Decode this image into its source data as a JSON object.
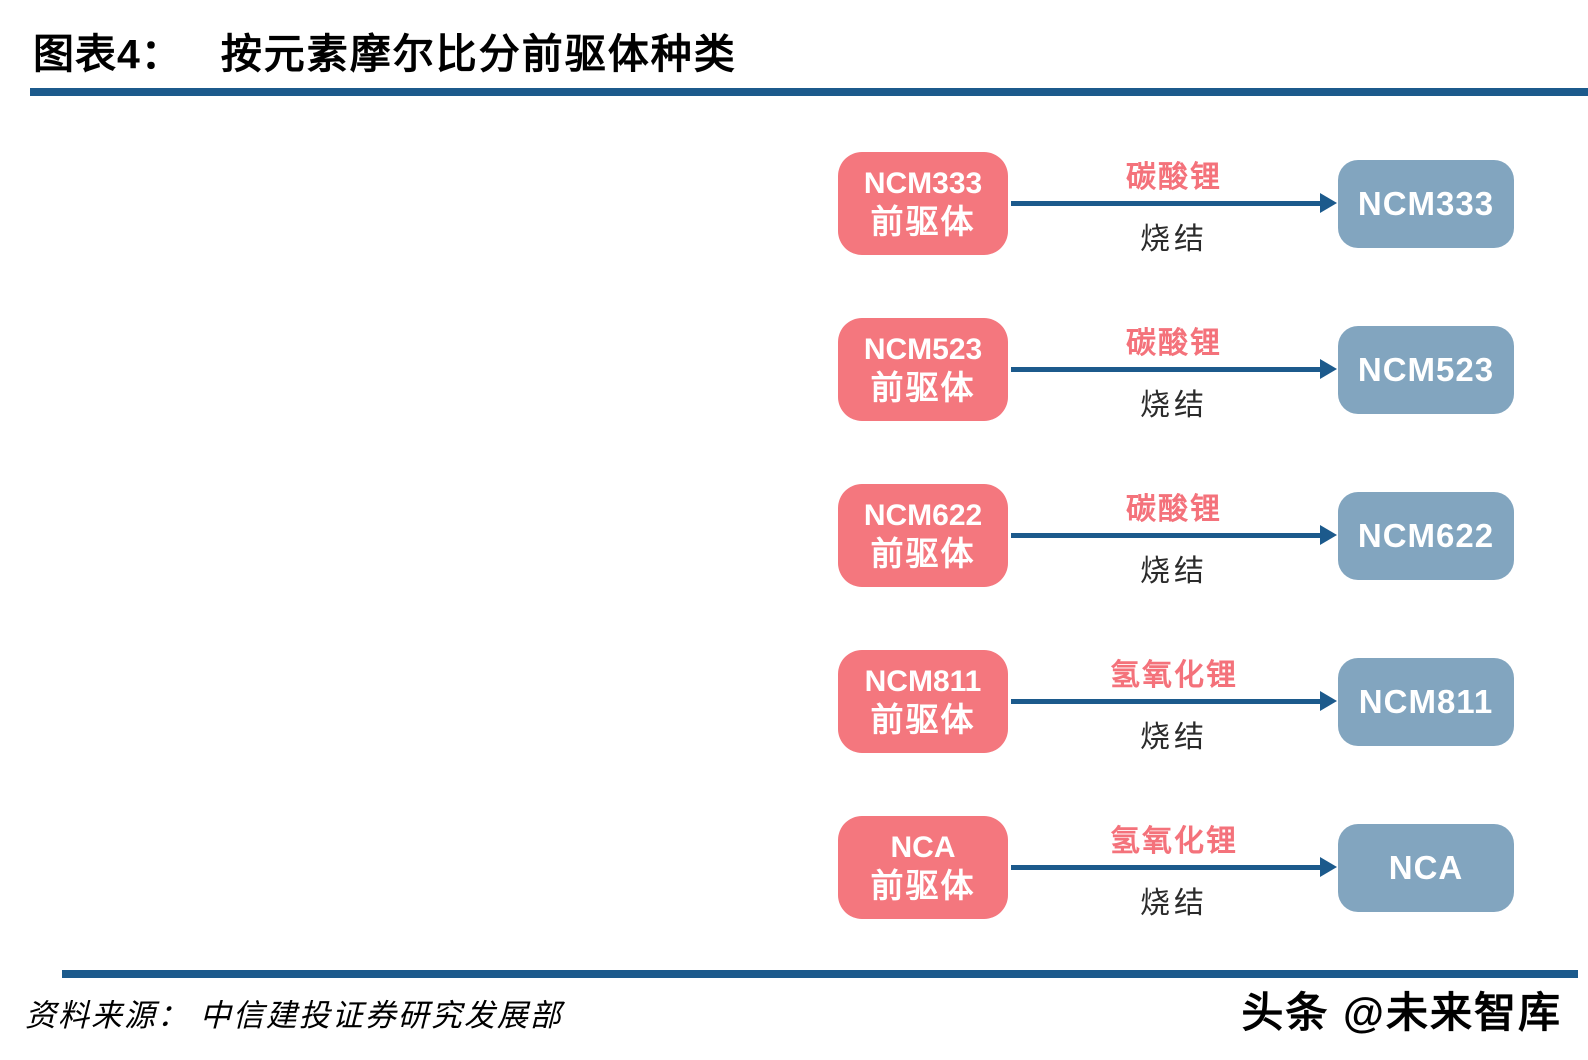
{
  "header": {
    "figure_label": "图表4：",
    "figure_title": "按元素摩尔比分前驱体种类"
  },
  "colors": {
    "accent_blue": "#1C5A8C",
    "precursor_pink": "#F4777E",
    "product_blue": "#82A5BF",
    "reagent_text_pink": "#F4727B",
    "process_text": "#2b2b2b"
  },
  "diagram": {
    "rows": [
      {
        "precursor_name": "NCM333",
        "precursor_suffix": "前驱体",
        "lithium_source": "碳酸锂",
        "process": "烧结",
        "product": "NCM333"
      },
      {
        "precursor_name": "NCM523",
        "precursor_suffix": "前驱体",
        "lithium_source": "碳酸锂",
        "process": "烧结",
        "product": "NCM523"
      },
      {
        "precursor_name": "NCM622",
        "precursor_suffix": "前驱体",
        "lithium_source": "碳酸锂",
        "process": "烧结",
        "product": "NCM622"
      },
      {
        "precursor_name": "NCM811",
        "precursor_suffix": "前驱体",
        "lithium_source": "氢氧化锂",
        "process": "烧结",
        "product": "NCM811"
      },
      {
        "precursor_name": "NCA",
        "precursor_suffix": "前驱体",
        "lithium_source": "氢氧化锂",
        "process": "烧结",
        "product": "NCA"
      }
    ]
  },
  "footer": {
    "source": "资料来源： 中信建投证券研究发展部",
    "watermark": "头条 @未来智库"
  }
}
